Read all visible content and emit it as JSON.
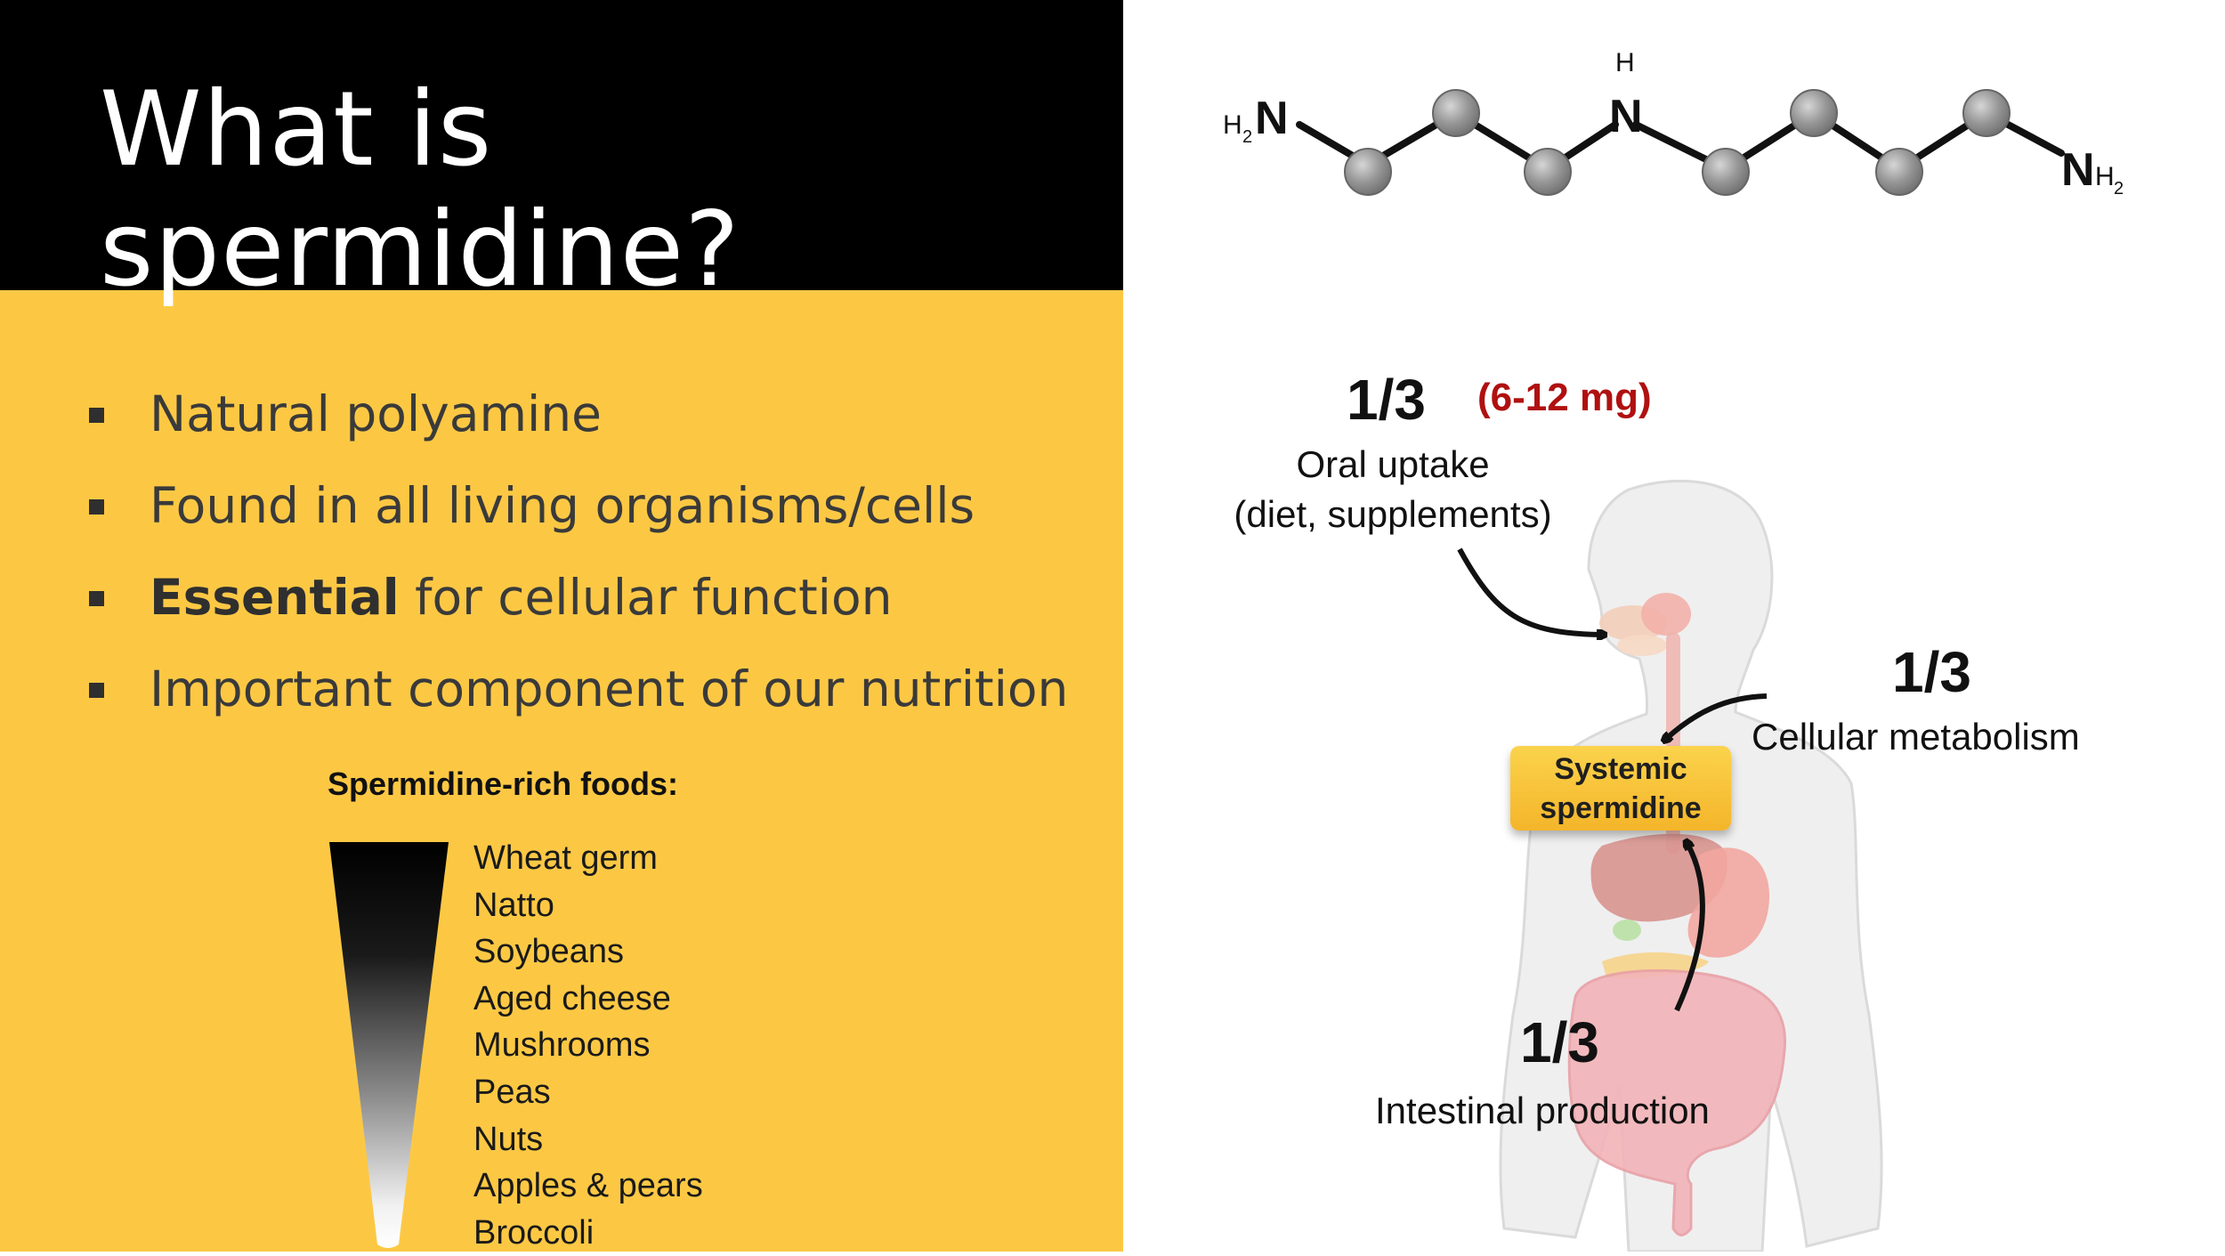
{
  "slide": {
    "title": "What is spermidine?",
    "bullets": [
      {
        "bold": "",
        "text": "Natural polyamine"
      },
      {
        "bold": "",
        "text": "Found in all living organisms/cells"
      },
      {
        "bold": "Essential",
        "text": " for cellular function"
      },
      {
        "bold": "",
        "text": "Important component of our nutrition"
      }
    ],
    "foods": {
      "heading": "Spermidine-rich foods:",
      "items": [
        "Wheat germ",
        "Natto",
        "Soybeans",
        "Aged cheese",
        "Mushrooms",
        "Peas",
        "Nuts",
        "Apples & pears",
        "Broccoli"
      ]
    }
  },
  "molecule": {
    "left_n": "N",
    "left_h2": "H",
    "left_sub": "2",
    "center_n": "N",
    "center_h": "H",
    "right_n": "N",
    "right_h": "H",
    "right_sub": "2"
  },
  "diagram": {
    "oral": {
      "fraction": "1/3",
      "dose": "(6-12 mg)",
      "caption_line1": "Oral uptake",
      "caption_line2": "(diet, supplements)"
    },
    "cellular": {
      "fraction": "1/3",
      "caption": "Cellular metabolism"
    },
    "intestinal": {
      "fraction": "1/3",
      "caption": "Intestinal production"
    },
    "systemic": {
      "line1": "Systemic",
      "line2": "spermidine"
    }
  },
  "colors": {
    "accent_yellow": "#fcc844",
    "title_bar": "#000000",
    "dose_red": "#b01010",
    "atom_grey": "#8c8c8c"
  }
}
